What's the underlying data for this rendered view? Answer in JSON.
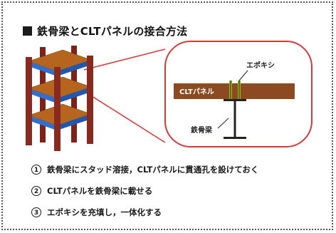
{
  "title": "鉄骨梁とCLTパネルの接合方法",
  "labels": {
    "epoxy": "エポキシ",
    "clt_panel": "CLTパネル",
    "steel_beam": "鉄骨梁"
  },
  "steps": [
    {
      "number": "1",
      "text": "鉄骨梁にスタッド溶接，CLTパネルに貫通孔を設けておく"
    },
    {
      "number": "2",
      "text": "CLTパネルを鉄骨梁に載せる"
    },
    {
      "number": "3",
      "text": "エポキシを充填し，一体化する"
    }
  ],
  "colors": {
    "column": "#8a2a1e",
    "floor": "#b5651d",
    "beam": "#2f6fcf",
    "callout": "#d23b3b",
    "stud": "#9ab32a"
  }
}
